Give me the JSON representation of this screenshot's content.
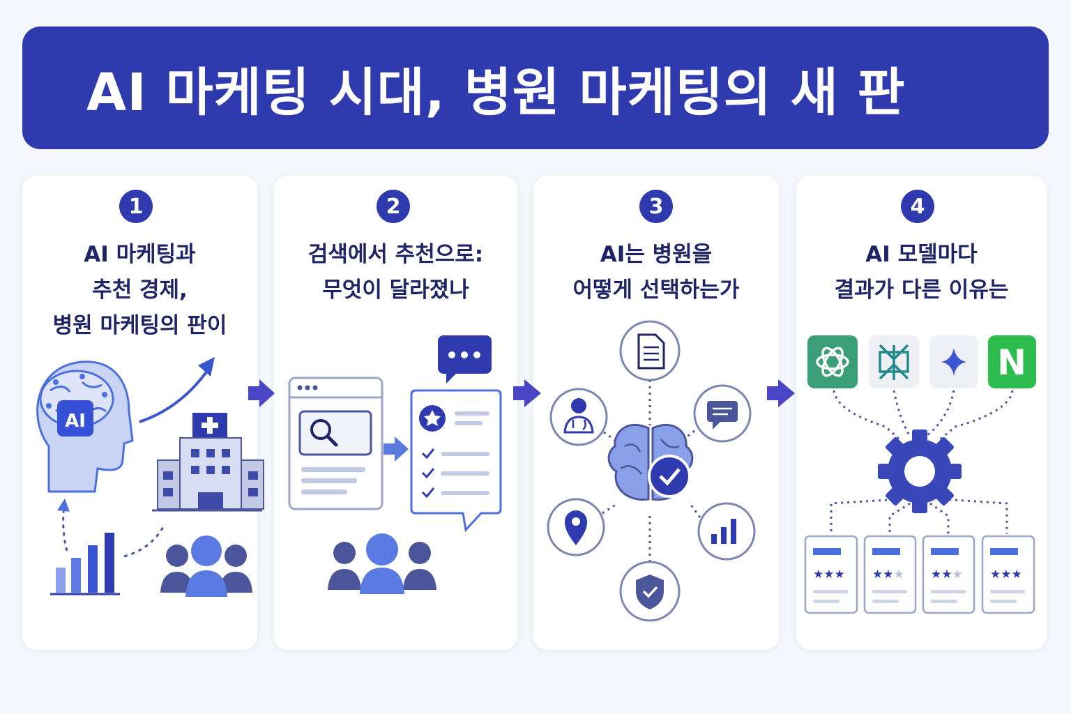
{
  "header": {
    "title": "AI 마케팅 시대, 병원 마케팅의 새 판"
  },
  "cards": [
    {
      "number": "1",
      "title_lines": [
        "AI 마케팅과",
        "추천 경제,",
        "병원 마케팅의 판이"
      ]
    },
    {
      "number": "2",
      "title_lines": [
        "검색에서 추천으로:",
        "무엇이 달라졌나"
      ]
    },
    {
      "number": "3",
      "title_lines": [
        "AI는 병원을",
        "어떻게 선택하는가"
      ]
    },
    {
      "number": "4",
      "title_lines": [
        "AI 모델마다",
        "결과가 다른 이유는"
      ]
    }
  ],
  "card1": {
    "ai_chip": "AI"
  },
  "card4": {
    "naver_logo": "N"
  },
  "icons": [
    "brain-ai-icon",
    "trend-arrow-icon",
    "hospital-icon",
    "bar-chart-icon",
    "people-icon",
    "browser-search-icon",
    "chat-bubble-icon",
    "recommendation-list-icon",
    "document-icon",
    "doctor-icon",
    "message-icon",
    "location-pin-icon",
    "analytics-icon",
    "shield-check-icon",
    "brain-check-icon",
    "chatgpt-logo-icon",
    "perplexity-logo-icon",
    "gemini-logo-icon",
    "naver-logo-icon",
    "gear-icon",
    "rating-card-icon"
  ],
  "colors": {
    "primary": "#2f3aae",
    "accent": "#4c6fe0",
    "light": "#c9d3f4",
    "arrow": "#4a45c5"
  }
}
